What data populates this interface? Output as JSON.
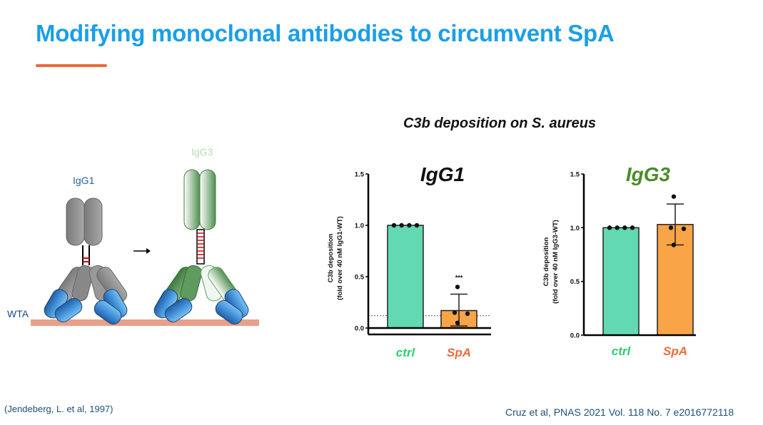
{
  "slide": {
    "title": "Modifying monoclonal antibodies to circumvent SpA",
    "subtitle": "C3b deposition on S. aureus",
    "diagram": {
      "igg1_label": "IgG1",
      "igg3_label": "IgG3",
      "wta_label": "WTA"
    },
    "reference_left": "(Jendeberg, L. et al, 1997)",
    "reference_right": "Cruz et al, PNAS 2021 Vol. 118 No. 7 e2016772118"
  },
  "colors": {
    "title": "#1a9fe6",
    "ctrl": "#62d9b2",
    "spa": "#f9a447",
    "ctrl_text": "#2ecc71",
    "spa_text": "#ee6a3c",
    "igg3_title": "#4a8c2a"
  },
  "chart_data": [
    {
      "type": "bar",
      "title": "IgG1",
      "ylabel": "C3b deposition (fold over 40 nM IgG1-WT)",
      "ylabel_lines": [
        "C3b deposition",
        "(fold over 40 nM IgG1-WT)"
      ],
      "ylim": [
        0,
        1.5
      ],
      "yticks": [
        "0.0",
        "0.5",
        "1.0",
        "1.5"
      ],
      "categories": [
        "ctrl",
        "SpA"
      ],
      "values": [
        1.0,
        0.17
      ],
      "error": [
        [
          1.0,
          1.0
        ],
        [
          0.02,
          0.33
        ]
      ],
      "points": [
        [
          1.0,
          1.0,
          1.0,
          1.0
        ],
        [
          0.4,
          0.15,
          0.14,
          0.05
        ]
      ],
      "annotations": [
        "***"
      ],
      "reference_line": 0.12
    },
    {
      "type": "bar",
      "title": "IgG3",
      "ylabel": "C3b deposition (fold over 40 nM IgG3-WT)",
      "ylabel_lines": [
        "C3b deposition",
        "(fold over 40 nM IgG3-WT)"
      ],
      "ylim": [
        0,
        1.5
      ],
      "yticks": [
        "0.0",
        "0.5",
        "1.0",
        "1.5"
      ],
      "categories": [
        "ctrl",
        "SpA"
      ],
      "values": [
        1.0,
        1.03
      ],
      "error": [
        [
          1.0,
          1.0
        ],
        [
          0.84,
          1.22
        ]
      ],
      "points": [
        [
          1.0,
          1.0,
          1.0,
          1.0
        ],
        [
          1.29,
          1.0,
          0.99,
          0.84
        ]
      ],
      "annotations": [],
      "reference_line": 0
    }
  ]
}
